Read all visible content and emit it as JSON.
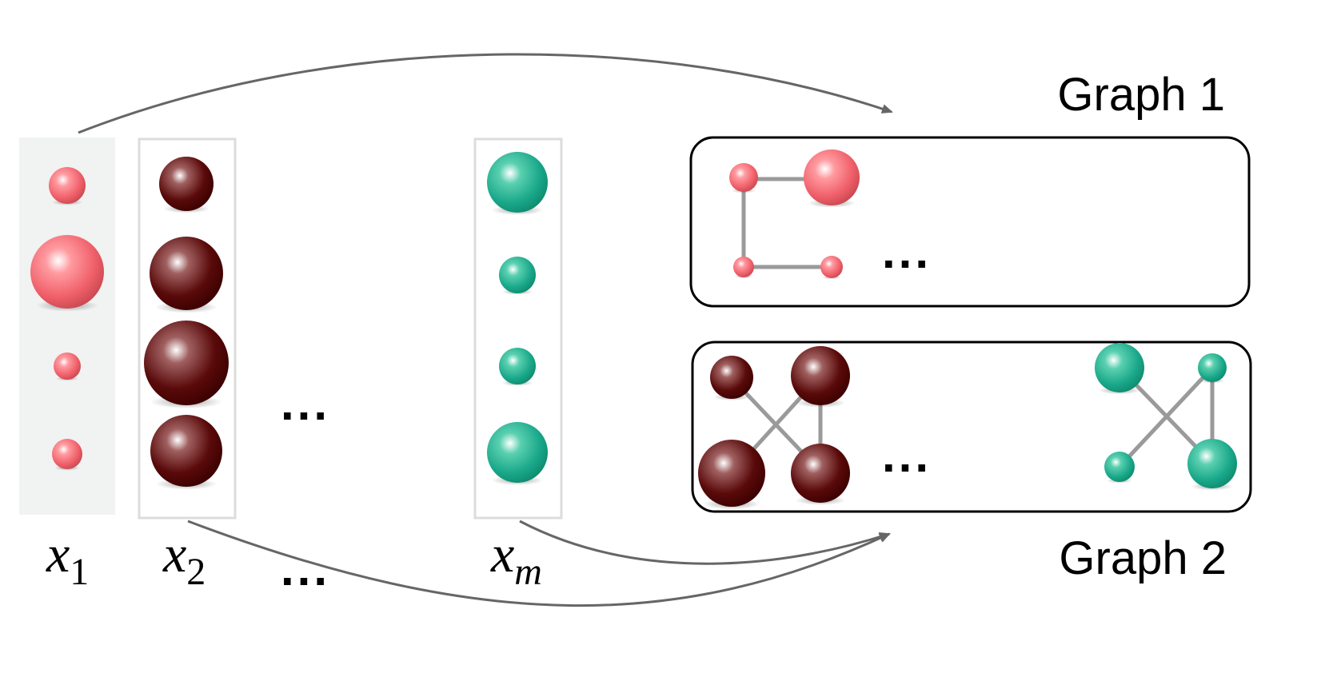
{
  "graphs": [
    {
      "title": "Graph 1"
    },
    {
      "title": "Graph 2"
    }
  ],
  "variables": [
    {
      "symbol": "x",
      "subscript": "1",
      "color": "#f0606a"
    },
    {
      "symbol": "x",
      "subscript": "2",
      "color": "#5a0a0a"
    },
    {
      "symbol": "x",
      "subscript": "m",
      "color": "#1aa88a"
    }
  ],
  "ellipsis": "..."
}
